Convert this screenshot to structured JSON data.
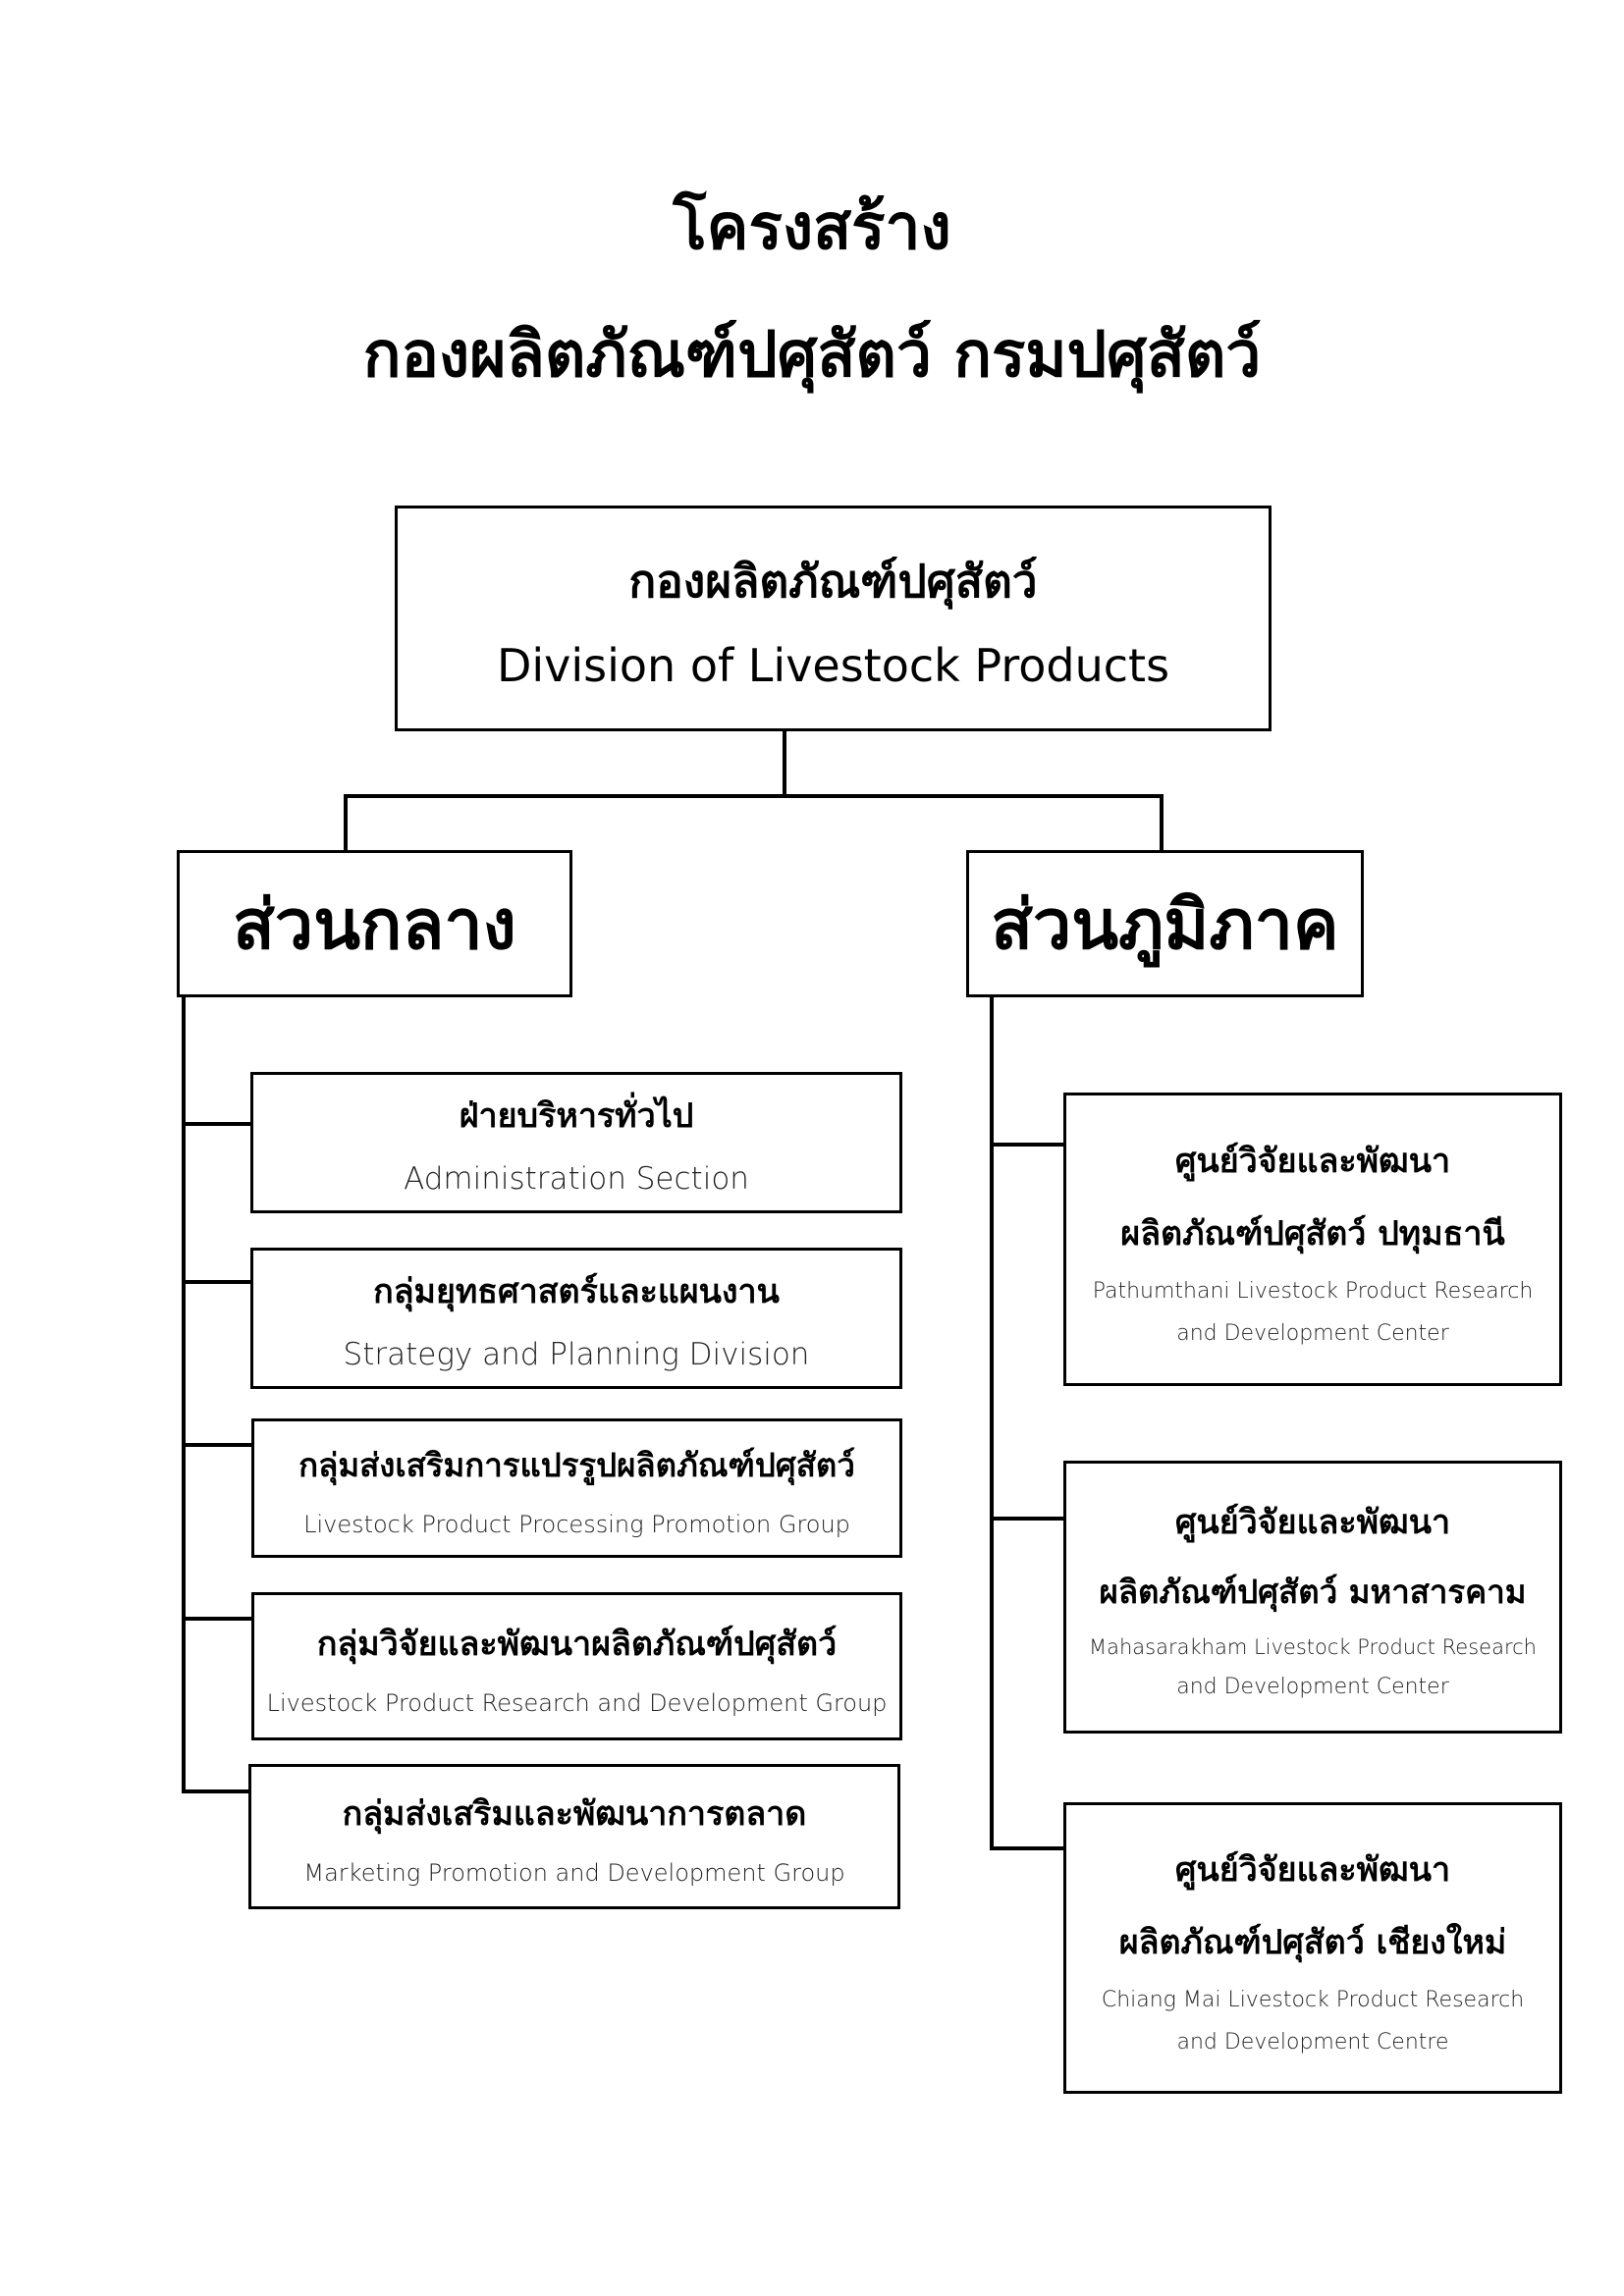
{
  "title": {
    "line1": "โครงสร้าง",
    "line2": "กองผลิตภัณฑ์ปศุสัตว์ กรมปศุสัตว์"
  },
  "root": {
    "thai": "กองผลิตภัณฑ์ปศุสัตว์",
    "english": "Division of Livestock Products"
  },
  "central": {
    "label": "ส่วนกลาง",
    "units": [
      {
        "thai": "ฝ่ายบริหารทั่วไป",
        "english": "Administration Section"
      },
      {
        "thai": "กลุ่มยุทธศาสตร์และแผนงาน",
        "english": "Strategy and Planning Division"
      },
      {
        "thai": "กลุ่มส่งเสริมการแปรรูปผลิตภัณฑ์ปศุสัตว์",
        "english": "Livestock Product Processing Promotion Group"
      },
      {
        "thai": "กลุ่มวิจัยและพัฒนาผลิตภัณฑ์ปศุสัตว์",
        "english": "Livestock Product Research and Development Group"
      },
      {
        "thai": "กลุ่มส่งเสริมและพัฒนาการตลาด",
        "english": "Marketing Promotion and Development Group"
      }
    ]
  },
  "regional": {
    "label": "ส่วนภูมิภาค",
    "units": [
      {
        "thai1": "ศูนย์วิจัยและพัฒนา",
        "thai2": "ผลิตภัณฑ์ปศุสัตว์ ปทุมธานี",
        "english1": "Pathumthani Livestock Product Research",
        "english2": "and Development Center"
      },
      {
        "thai1": "ศูนย์วิจัยและพัฒนา",
        "thai2": "ผลิตภัณฑ์ปศุสัตว์ มหาสารคาม",
        "english1": "Mahasarakham Livestock Product Research",
        "english2": "and Development Center"
      },
      {
        "thai1": "ศูนย์วิจัยและพัฒนา",
        "thai2": "ผลิตภัณฑ์ปศุสัตว์ เชียงใหม่",
        "english1": "Chiang Mai Livestock Product Research",
        "english2": "and Development Centre"
      }
    ]
  }
}
